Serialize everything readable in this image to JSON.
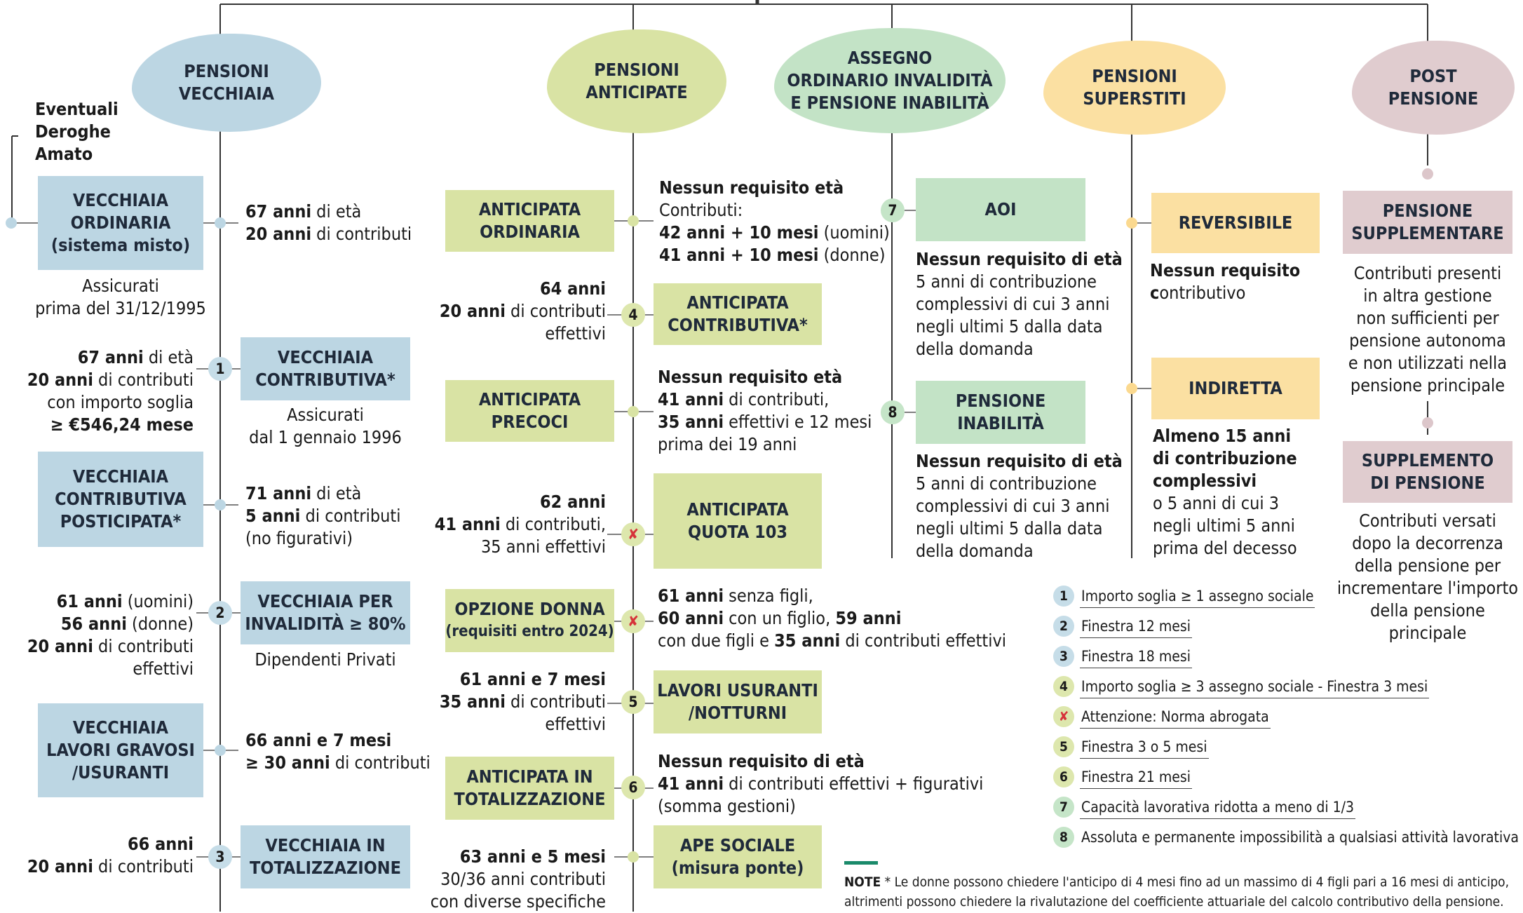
{
  "columns": {
    "vecchiaia": [
      "PENSIONI",
      "VECCHIAIA"
    ],
    "anticipate": [
      "PENSIONI",
      "ANTICIPATE"
    ],
    "assegno": [
      "ASSEGNO",
      "ORDINARIO INVALIDITÀ",
      "E PENSIONE INABILITÀ"
    ],
    "superstiti": [
      "PENSIONI",
      "SUPERSTITI"
    ],
    "post": [
      "POST",
      "PENSIONE"
    ]
  },
  "deroghe": [
    "Eventuali",
    "Deroghe",
    "Amato"
  ],
  "vecchiaia": {
    "ordinaria": {
      "title": [
        "VECCHIAIA",
        "ORDINARIA",
        "(sistema misto)"
      ],
      "req": [
        [
          "67 anni",
          " di età"
        ],
        [
          "20 anni",
          " di contributi"
        ]
      ],
      "note": [
        "Assicurati",
        "prima del 31/12/1995"
      ]
    },
    "contributiva": {
      "badge": "1",
      "title": [
        "VECCHIAIA",
        "CONTRIBUTIVA*"
      ],
      "req": [
        [
          "67 anni",
          " di età"
        ],
        [
          "20 anni",
          " di contributi"
        ],
        [
          "",
          "con importo soglia"
        ],
        [
          "≥ €546,24 mese",
          ""
        ]
      ],
      "note": [
        "Assicurati",
        "dal 1 gennaio 1996"
      ]
    },
    "posticipata": {
      "title": [
        "VECCHIAIA",
        "CONTRIBUTIVA",
        "POSTICIPATA*"
      ],
      "req": [
        [
          "71 anni",
          " di età"
        ],
        [
          "5 anni",
          " di contributi"
        ],
        [
          "",
          "(no figurativi)"
        ]
      ]
    },
    "invalidita": {
      "badge": "2",
      "title": [
        "VECCHIAIA PER",
        "INVALIDITÀ ≥ 80%"
      ],
      "req": [
        [
          "61 anni",
          " (uomini)"
        ],
        [
          "56 anni",
          " (donne)"
        ],
        [
          "20 anni",
          " di contributi"
        ],
        [
          "",
          "effettivi"
        ]
      ],
      "note": [
        "Dipendenti Privati"
      ]
    },
    "gravosi": {
      "title": [
        "VECCHIAIA",
        "LAVORI GRAVOSI",
        "/USURANTI"
      ],
      "req": [
        [
          "66 anni e 7 mesi",
          ""
        ],
        [
          "≥ 30 anni",
          " di contributi"
        ]
      ]
    },
    "totalizzazione": {
      "badge": "3",
      "title": [
        "VECCHIAIA IN",
        "TOTALIZZAZIONE"
      ],
      "req": [
        [
          "66 anni",
          ""
        ],
        [
          "20 anni",
          " di contributi"
        ]
      ]
    }
  },
  "anticipate": {
    "ordinaria": {
      "title": [
        "ANTICIPATA",
        "ORDINARIA"
      ],
      "req": [
        [
          "Nessun requisito età",
          ""
        ],
        [
          "",
          "Contributi:"
        ],
        [
          "42 anni + 10 mesi",
          " (uomini)"
        ],
        [
          "41 anni + 10 mesi",
          " (donne)"
        ]
      ]
    },
    "contributiva": {
      "badge": "4",
      "title": [
        "ANTICIPATA",
        "CONTRIBUTIVA*"
      ],
      "req": [
        [
          "64 anni",
          ""
        ],
        [
          "20 anni",
          " di contributi"
        ],
        [
          "",
          "effettivi"
        ]
      ]
    },
    "precoci": {
      "title": [
        "ANTICIPATA",
        "PRECOCI"
      ],
      "req": [
        [
          "Nessun requisito età",
          ""
        ],
        [
          "41 anni",
          " di contributi,"
        ],
        [
          "35 anni",
          " effettivi e 12 mesi"
        ],
        [
          "",
          "prima dei 19 anni"
        ]
      ]
    },
    "quota103": {
      "badge": "✘",
      "title": [
        "ANTICIPATA",
        "QUOTA 103"
      ],
      "req": [
        [
          "62 anni",
          ""
        ],
        [
          "41 anni",
          " di contributi,"
        ],
        [
          "",
          "35 anni effettivi"
        ]
      ]
    },
    "donna": {
      "badge": "✘",
      "title": [
        "OPZIONE DONNA",
        "(requisiti entro 2024)"
      ],
      "req": [
        [
          [
            "61 anni",
            true
          ],
          [
            " senza figli,",
            false
          ]
        ],
        [
          [
            "60 anni",
            true
          ],
          [
            " con un figlio, ",
            false
          ],
          [
            "59 anni",
            true
          ]
        ],
        [
          [
            "con due figli e ",
            false
          ],
          [
            "35 anni",
            true
          ],
          [
            " di contributi effettivi",
            false
          ]
        ]
      ]
    },
    "usuranti": {
      "badge": "5",
      "title": [
        "LAVORI USURANTI",
        "/NOTTURNI"
      ],
      "req": [
        [
          "61 anni e 7 mesi",
          ""
        ],
        [
          "35 anni",
          " di contributi"
        ],
        [
          "",
          "effettivi"
        ]
      ]
    },
    "totalizzazione": {
      "badge": "6",
      "title": [
        "ANTICIPATA IN",
        "TOTALIZZAZIONE"
      ],
      "req": [
        [
          "Nessun requisito di età",
          ""
        ],
        [
          "41 anni",
          " di contributi effettivi + figurativi"
        ],
        [
          "",
          "(somma gestioni)"
        ]
      ]
    },
    "ape": {
      "title": [
        "APE SOCIALE",
        "(misura ponte)"
      ],
      "req": [
        [
          "63 anni e 5 mesi",
          ""
        ],
        [
          "",
          "30/36 anni contributi"
        ],
        [
          "",
          "con diverse specifiche"
        ]
      ]
    }
  },
  "assegno": {
    "aoi": {
      "badge": "7",
      "title": [
        "AOI"
      ],
      "req": [
        [
          "Nessun requisito di età",
          ""
        ],
        [
          "",
          "5 anni di contribuzione"
        ],
        [
          "",
          "complessivi di cui 3 anni"
        ],
        [
          "",
          "negli ultimi 5 dalla data"
        ],
        [
          "",
          "della domanda"
        ]
      ]
    },
    "inabilita": {
      "badge": "8",
      "title": [
        "PENSIONE",
        "INABILITÀ"
      ],
      "req": [
        [
          "Nessun requisito di età",
          ""
        ],
        [
          "",
          "5 anni di contribuzione"
        ],
        [
          "",
          "complessivi di cui 3 anni"
        ],
        [
          "",
          "negli ultimi 5 dalla data"
        ],
        [
          "",
          "della domanda"
        ]
      ]
    }
  },
  "superstiti": {
    "reversibile": {
      "title": [
        "REVERSIBILE"
      ],
      "req": [
        [
          "Nessun requisito",
          ""
        ],
        [
          "c",
          "ontributivo"
        ]
      ]
    },
    "indiretta": {
      "title": [
        "INDIRETTA"
      ],
      "req": [
        [
          "Almeno 15 anni",
          ""
        ],
        [
          "di contribuzione",
          ""
        ],
        [
          "complessivi",
          ""
        ],
        [
          "",
          "o 5 anni di cui 3"
        ],
        [
          "",
          "negli ultimi 5 anni"
        ],
        [
          "",
          "prima del decesso"
        ]
      ]
    }
  },
  "post": {
    "supplementare": {
      "title": [
        "PENSIONE",
        "SUPPLEMENTARE"
      ],
      "note": [
        "Contributi presenti",
        "in altra gestione",
        "non sufficienti per",
        "pensione autonoma",
        "e non utilizzati nella",
        "pensione principale"
      ]
    },
    "supplemento": {
      "title": [
        "SUPPLEMENTO",
        "DI PENSIONE"
      ],
      "note": [
        "Contributi versati",
        "dopo la decorrenza",
        "della pensione per",
        "incrementare l'importo",
        "della pensione",
        "principale"
      ]
    }
  },
  "legend": [
    {
      "badge": "1",
      "text": "Importo soglia ≥ 1 assegno sociale",
      "color": "#c6dde8"
    },
    {
      "badge": "2",
      "text": "Finestra 12 mesi",
      "color": "#c6dde8"
    },
    {
      "badge": "3",
      "text": "Finestra 18 mesi",
      "color": "#c6dde8"
    },
    {
      "badge": "4",
      "text": "Importo soglia ≥ 3 assegno sociale - Finestra 3 mesi",
      "color": "#dde7ad"
    },
    {
      "badge": "✘",
      "text": "Attenzione: Norma abrogata",
      "color": "#dde7ad"
    },
    {
      "badge": "5",
      "text": "Finestra 3 o 5 mesi",
      "color": "#dde7ad"
    },
    {
      "badge": "6",
      "text": "Finestra 21 mesi",
      "color": "#dde7ad"
    },
    {
      "badge": "7",
      "text": "Capacità lavorativa ridotta a meno di 1/3",
      "color": "#c5e5c8"
    },
    {
      "badge": "8",
      "text": "Assoluta e permanente impossibilità a qualsiasi attività lavorativa",
      "color": "#c5e5c8"
    }
  ],
  "note": {
    "label": "NOTE",
    "lines": [
      "* Le donne possono chiedere l'anticipo di 4 mesi fino ad un massimo di 4 figli pari a 16 mesi di anticipo,",
      "altrimenti possono chiedere la rivalutazione del coefficiente attuariale del calcolo contributivo della pensione."
    ]
  },
  "colors": {
    "blue": "#bcd6e3",
    "green": "#d9e3a4",
    "mint": "#c3e3c6",
    "yellow": "#fbe0a2",
    "rose": "#e0cccf",
    "abrogata": "#d6333a",
    "note_bar": "#1a8a6a"
  }
}
